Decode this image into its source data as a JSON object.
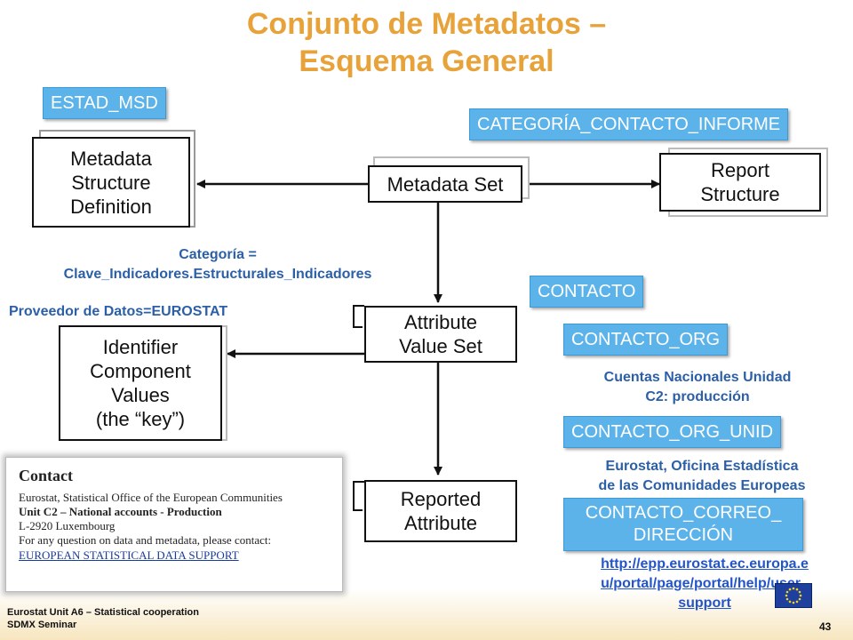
{
  "title": {
    "line1": "Conjunto de Metadatos –",
    "line2": "Esquema General"
  },
  "tags": {
    "estad_msd": "ESTAD_MSD",
    "categoria_contacto_informe": "CATEGORÍA_CONTACTO_INFORME",
    "contacto": "CONTACTO",
    "contacto_org": "CONTACTO_ORG",
    "contacto_org_unid": "CONTACTO_ORG_UNID",
    "contacto_correo_line1": "CONTACTO_CORREO_",
    "contacto_correo_line2": "DIRECCIÓN"
  },
  "boxes": {
    "msd_line1": "Metadata",
    "msd_line2": "Structure",
    "msd_line3": "Definition",
    "metadata_set": "Metadata Set",
    "report_line1": "Report",
    "report_line2": "Structure",
    "attr_line1": "Attribute",
    "attr_line2": "Value Set",
    "icv_line1": "Identifier",
    "icv_line2": "Component",
    "icv_line3": "Values",
    "icv_line4": "(the “key”)",
    "reported_line1": "Reported",
    "reported_line2": "Attribute"
  },
  "annotations": {
    "categoria_line1": "Categoría =",
    "categoria_line2": "Clave_Indicadores.Estructurales_Indicadores",
    "proveedor": "Proveedor de Datos=EUROSTAT",
    "cuentas_line1": "Cuentas Nacionales Unidad",
    "cuentas_line2": "C2: producción",
    "eurostat_line1": "Eurostat, Oficina Estadística",
    "eurostat_line2": "de las Comunidades Europeas",
    "url_line1": "http://epp.eurostat.ec.europa.e",
    "url_line2": "u/portal/page/portal/help/user_",
    "url_line3": "support"
  },
  "contact_panel": {
    "heading": "Contact",
    "line1": "Eurostat, Statistical Office of the European Communities",
    "line2": "Unit C2 – National accounts - Production",
    "line3": "L-2920 Luxembourg",
    "line4": "For any question on data and metadata, please contact:",
    "link": "EUROPEAN STATISTICAL DATA SUPPORT"
  },
  "footer": {
    "line1": "Eurostat Unit A6 – Statistical cooperation",
    "line2": "SDMX Seminar",
    "page": "43"
  },
  "colors": {
    "title": "#E8A23A",
    "tag_fill": "#5BB3EA",
    "annotation_text": "#2B5FA8",
    "link": "#2255CC"
  }
}
